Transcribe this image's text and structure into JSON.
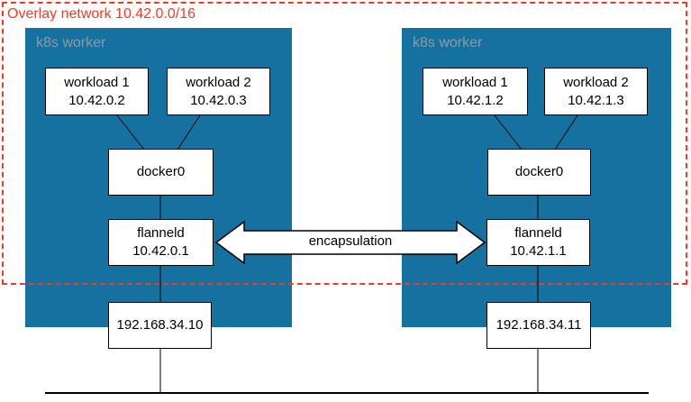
{
  "overlay": {
    "label": "Overlay network 10.42.0.0/16"
  },
  "workers": [
    {
      "title": "k8s worker",
      "workload1": {
        "name": "workload 1",
        "ip": "10.42.0.2"
      },
      "workload2": {
        "name": "workload 2",
        "ip": "10.42.0.3"
      },
      "bridge": {
        "name": "docker0"
      },
      "flanneld": {
        "name": "flanneld",
        "ip": "10.42.0.1"
      },
      "host_ip": "192.168.34.10"
    },
    {
      "title": "k8s worker",
      "workload1": {
        "name": "workload 1",
        "ip": "10.42.1.2"
      },
      "workload2": {
        "name": "workload 2",
        "ip": "10.42.1.3"
      },
      "bridge": {
        "name": "docker0"
      },
      "flanneld": {
        "name": "flanneld",
        "ip": "10.42.1.1"
      },
      "host_ip": "192.168.34.11"
    }
  ],
  "arrow_label": "encapsulation",
  "colors": {
    "worker_fill": "#15719f",
    "overlay_red": "#f43b20",
    "worker_title_gray": "#8e9ba2",
    "connector_gray": "#7d7d7d",
    "line_black": "#000000"
  }
}
